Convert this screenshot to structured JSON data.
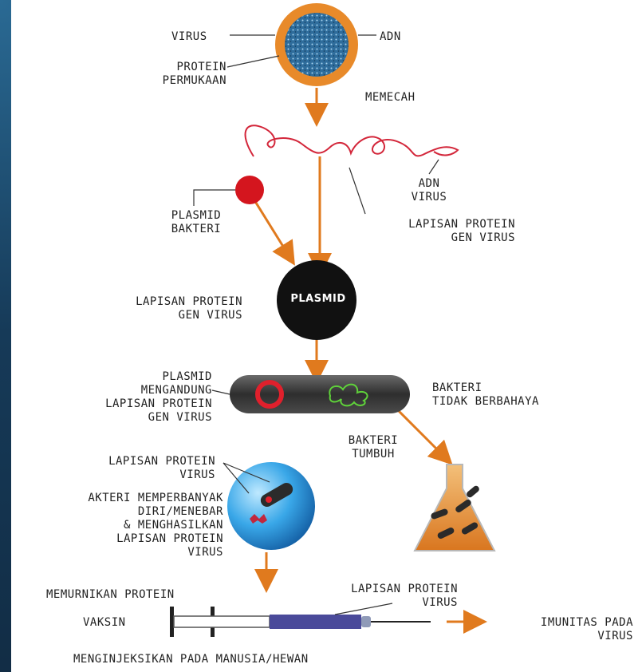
{
  "colors": {
    "accent_arrow": "#e07a1e",
    "virus_ring": "#e88a2a",
    "virus_core": "#3a7cb0",
    "virus_rna": "#d3263a",
    "plasmid_core": "#111111",
    "bacteria_body": "#3a3a3a",
    "syringe_barrel": "#4a4a9a",
    "background": "#16304a"
  },
  "labels": {
    "virus": "VIRUS",
    "adn": "ADN",
    "protein_permukaan": "PROTEIN\nPERMUKAAN",
    "memecah": "MEMECAH",
    "adn_virus": "ADN\nVIRUS",
    "plasmid_bakteri": "PLASMID\nBAKTERI",
    "lapisan_protein_gen_virus_right": "LAPISAN PROTEIN\nGEN VIRUS",
    "lapisan_protein_gen_virus_left": "LAPISAN PROTEIN\nGEN VIRUS",
    "plasmid": "PLASMID",
    "plasmid_mengandung": "PLASMID\nMENGANDUNG\nLAPISAN PROTEIN\nGEN VIRUS",
    "bakteri_tidak_berbahaya": "BAKTERI\nTIDAK BERBAHAYA",
    "bakteri_tumbuh": "BAKTERI\nTUMBUH",
    "lapisan_protein_virus_top": "LAPISAN PROTEIN\nVIRUS",
    "bakteri_memperbanyak": "AKTERI MEMPERBANYAK\nDIRI/MENEBAR\n& MENGHASILKAN\nLAPISAN PROTEIN\nVIRUS",
    "memurnikan_protein": "MEMURNIKAN PROTEIN",
    "lapisan_protein_virus_bottom": "LAPISAN PROTEIN\nVIRUS",
    "vaksin": "VAKSIN",
    "imunitas": "IMUNITAS PADA\nVIRUS",
    "menginjeksikan": "MENGINJEKSIKAN PADA MANUSIA/HEWAN"
  }
}
